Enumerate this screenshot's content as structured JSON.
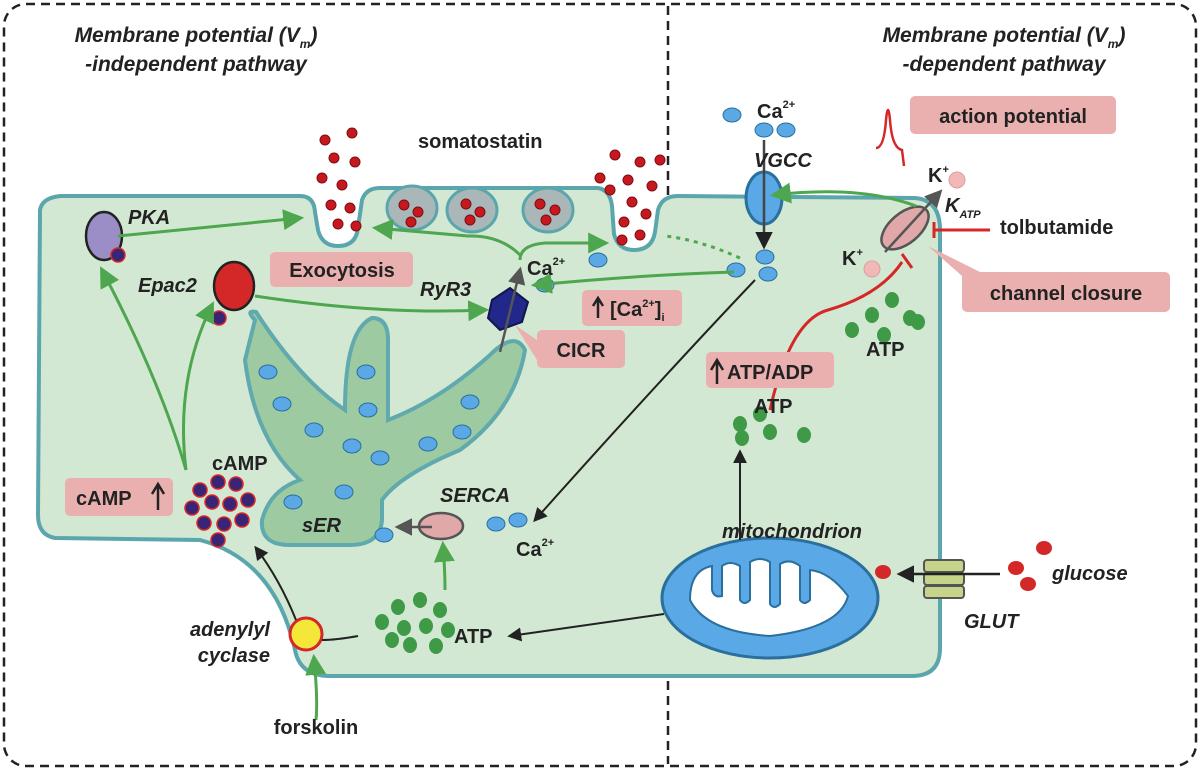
{
  "headings": {
    "left_line1": "Membrane potential (V",
    "left_sub": "m",
    "left_close": ")",
    "left_line2": "-independent pathway",
    "right_line1": "Membrane potential (V",
    "right_sub": "m",
    "right_close": ")",
    "right_line2": "-dependent pathway"
  },
  "labels": {
    "somatostatin": "somatostatin",
    "pka": "PKA",
    "epac2": "Epac2",
    "ryr3": "RyR3",
    "ca_near_ryr3": "Ca",
    "ca_near_ryr3_sup": "2+",
    "vgcc": "VGCC",
    "ca_top": "Ca",
    "ca_top_sup": "2+",
    "k_top": "K",
    "k_top_sup": "+",
    "katp": "K",
    "katp_sub": "ATP",
    "k_left": "K",
    "k_left_sup": "+",
    "tolbutamide": "tolbutamide",
    "atp_right": "ATP",
    "atp_mid": "ATP",
    "atp_bottom": "ATP",
    "camp": "cAMP",
    "serca": "SERCA",
    "ser": "sER",
    "ca_serca": "Ca",
    "ca_serca_sup": "2+",
    "mitochondrion": "mitochondrion",
    "glucose": "glucose",
    "glut": "GLUT",
    "adenylyl_line1": "adenylyl",
    "adenylyl_line2": "cyclase",
    "forskolin": "forskolin"
  },
  "boxes": {
    "exocytosis": "Exocytosis",
    "cicr": "CICR",
    "ca_i_open": "[Ca",
    "ca_i_sup": "2+",
    "ca_i_close": "]",
    "ca_i_sub": "i",
    "camp_up": "cAMP",
    "atp_adp": "ATP/ADP",
    "action_potential": "action potential",
    "channel_closure": "channel closure"
  },
  "colors": {
    "cell_fill": "#d3e8d3",
    "cell_stroke": "#5aa6ac",
    "box_fill": "#eab0b0",
    "green_arrow": "#4ea64e",
    "red_line": "#d42828",
    "ca_dot": "#5aa9e6",
    "atp_dot": "#3f9a48",
    "ss_dot": "#c8181f",
    "camp_dot": "#3a2475"
  }
}
